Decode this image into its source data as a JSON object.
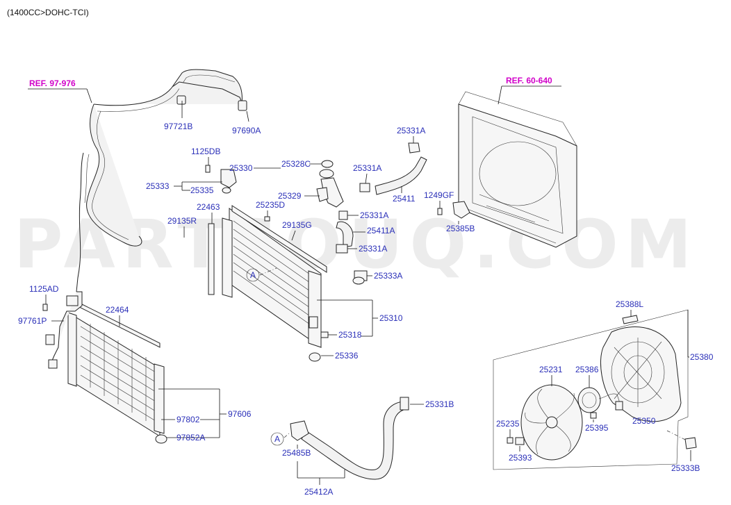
{
  "header": {
    "engine": "(1400CC>DOHC-TCI)"
  },
  "watermark": "PARTSOUQ.COM",
  "refs": {
    "ref_a": "REF. 97-976",
    "ref_b": "REF. 60-640"
  },
  "labels": {
    "p97721B": "97721B",
    "p97690A": "97690A",
    "p1125DB": "1125DB",
    "p25330": "25330",
    "p25328C": "25328C",
    "p25333": "25333",
    "p25335": "25335",
    "p22463": "22463",
    "p25235D": "25235D",
    "p29135R": "29135R",
    "p29135G": "29135G",
    "p25331A_1": "25331A",
    "p25331A_2": "25331A",
    "p25331A_3": "25331A",
    "p25331A_4": "25331A",
    "p25329": "25329",
    "p25411": "25411",
    "p25411A": "25411A",
    "p25333A": "25333A",
    "p1249GF": "1249GF",
    "p25385B": "25385B",
    "p1125AD": "1125AD",
    "p97761P": "97761P",
    "p22464": "22464",
    "p25310": "25310",
    "p25318": "25318",
    "p25336": "25336",
    "p25388L": "25388L",
    "p25380": "25380",
    "p25231": "25231",
    "p25386": "25386",
    "p25331B": "25331B",
    "p97802": "97802",
    "p97606": "97606",
    "p97852A": "97852A",
    "p25485B": "25485B",
    "p25412A": "25412A",
    "p25235": "25235",
    "p25393": "25393",
    "p25395": "25395",
    "p25350": "25350",
    "p25333B": "25333B",
    "circle_a1": "A",
    "circle_a2": "A"
  }
}
